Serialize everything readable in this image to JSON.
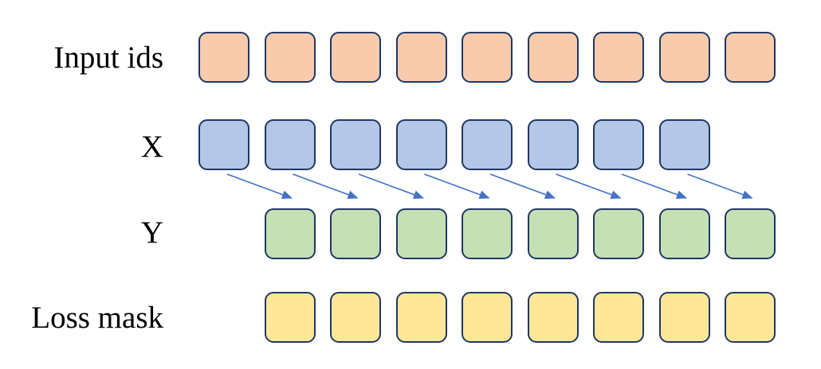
{
  "diagram": {
    "background": "#FFFFFF",
    "text_color": "#000000",
    "border_color": "#1F3864",
    "rows": [
      {
        "id": "input-ids",
        "label": "Input ids",
        "count": 9,
        "fill": "#F8CBAD",
        "border": "#1F3864",
        "offset": 0
      },
      {
        "id": "x",
        "label": "X",
        "count": 8,
        "fill": "#B4C7E7",
        "border": "#1F3864",
        "offset": 0
      },
      {
        "id": "y",
        "label": "Y",
        "count": 8,
        "fill": "#C5E0B4",
        "border": "#1F3864",
        "offset": 1
      },
      {
        "id": "loss-mask",
        "label": "Loss mask",
        "count": 8,
        "fill": "#FFE699",
        "border": "#1F3864",
        "offset": 1
      }
    ],
    "arrows": {
      "count": 8,
      "color": "#4472C4",
      "from_row": "x",
      "to_row": "y",
      "meaning": "each X token points to the next-position Y token"
    }
  }
}
